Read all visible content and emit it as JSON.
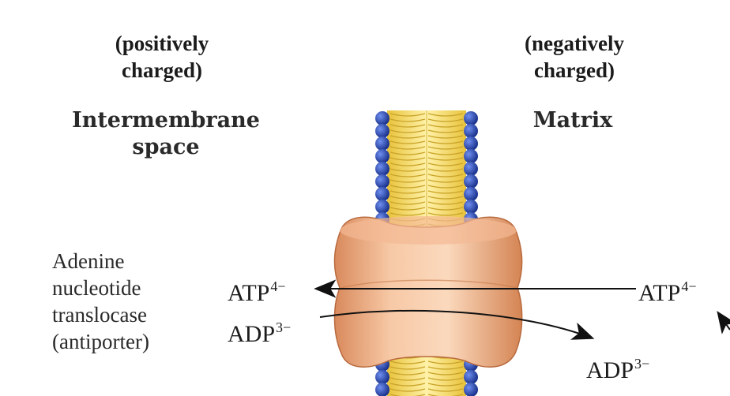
{
  "labels": {
    "intermembrane_charge": "(positively\ncharged)",
    "matrix_charge": "(negatively\ncharged)",
    "intermembrane_space": "Intermembrane\nspace",
    "matrix": "Matrix",
    "protein_name": "Adenine\nnucleotide\ntranslocase\n(antiporter)"
  },
  "molecules": {
    "atp_left": {
      "name": "ATP",
      "charge": "4−"
    },
    "adp_left": {
      "name": "ADP",
      "charge": "3−"
    },
    "atp_right": {
      "name": "ATP",
      "charge": "4−"
    },
    "adp_right": {
      "name": "ADP",
      "charge": "3−"
    }
  },
  "colors": {
    "lipid_head": "#1f3fa8",
    "lipid_tail": "#f2d35a",
    "protein": "#e9a77a",
    "arrow": "#111111"
  }
}
